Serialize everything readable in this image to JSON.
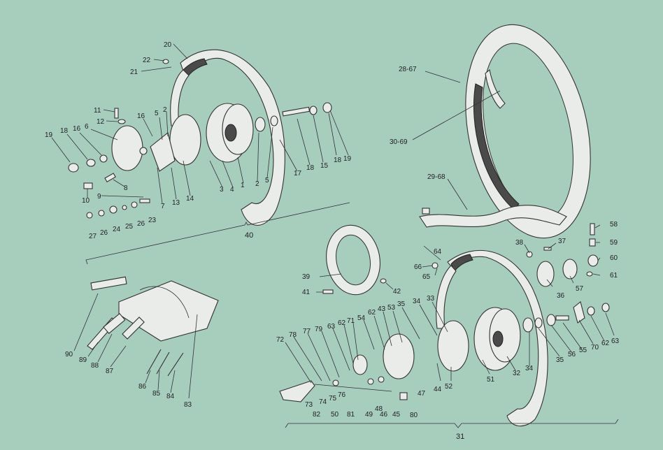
{
  "colors": {
    "background": "#a7cdbd",
    "ink": "#222222",
    "part": "#e9ece8"
  },
  "labels": [
    {
      "id": "l20",
      "text": "20"
    },
    {
      "id": "l22",
      "text": "22"
    },
    {
      "id": "l21",
      "text": "21"
    },
    {
      "id": "l11",
      "text": "11"
    },
    {
      "id": "l12",
      "text": "12"
    },
    {
      "id": "l16a",
      "text": "16"
    },
    {
      "id": "l5a",
      "text": "5"
    },
    {
      "id": "l2a",
      "text": "2"
    },
    {
      "id": "l19a",
      "text": "19"
    },
    {
      "id": "l18a",
      "text": "18"
    },
    {
      "id": "l16b",
      "text": "16"
    },
    {
      "id": "l6",
      "text": "6"
    },
    {
      "id": "l8",
      "text": "8"
    },
    {
      "id": "l9",
      "text": "9"
    },
    {
      "id": "l10",
      "text": "10"
    },
    {
      "id": "l7",
      "text": "7"
    },
    {
      "id": "l13",
      "text": "13"
    },
    {
      "id": "l14",
      "text": "14"
    },
    {
      "id": "l3",
      "text": "3"
    },
    {
      "id": "l4",
      "text": "4"
    },
    {
      "id": "l1",
      "text": "1"
    },
    {
      "id": "l2b",
      "text": "2"
    },
    {
      "id": "l5b",
      "text": "5"
    },
    {
      "id": "l17",
      "text": "17"
    },
    {
      "id": "l18b",
      "text": "18"
    },
    {
      "id": "l15",
      "text": "15"
    },
    {
      "id": "l18c",
      "text": "18"
    },
    {
      "id": "l19b",
      "text": "19"
    },
    {
      "id": "l23",
      "text": "23"
    },
    {
      "id": "l27",
      "text": "27"
    },
    {
      "id": "l26a",
      "text": "26"
    },
    {
      "id": "l24",
      "text": "24"
    },
    {
      "id": "l25",
      "text": "25"
    },
    {
      "id": "l26b",
      "text": "26"
    },
    {
      "id": "l2867",
      "text": "28-67"
    },
    {
      "id": "l3069",
      "text": "30-69"
    },
    {
      "id": "l2968",
      "text": "29-68"
    },
    {
      "id": "l58",
      "text": "58"
    },
    {
      "id": "l59",
      "text": "59"
    },
    {
      "id": "l60",
      "text": "60"
    },
    {
      "id": "l61",
      "text": "61"
    },
    {
      "id": "l38",
      "text": "38"
    },
    {
      "id": "l37",
      "text": "37"
    },
    {
      "id": "l64",
      "text": "64"
    },
    {
      "id": "l66",
      "text": "66"
    },
    {
      "id": "l65",
      "text": "65"
    },
    {
      "id": "l36",
      "text": "36"
    },
    {
      "id": "l57",
      "text": "57"
    },
    {
      "id": "l39",
      "text": "39"
    },
    {
      "id": "l41",
      "text": "41"
    },
    {
      "id": "l42",
      "text": "42"
    },
    {
      "id": "l90",
      "text": "90"
    },
    {
      "id": "l89",
      "text": "89"
    },
    {
      "id": "l88",
      "text": "88"
    },
    {
      "id": "l87",
      "text": "87"
    },
    {
      "id": "l86",
      "text": "86"
    },
    {
      "id": "l85",
      "text": "85"
    },
    {
      "id": "l84",
      "text": "84"
    },
    {
      "id": "l83",
      "text": "83"
    },
    {
      "id": "l72",
      "text": "72"
    },
    {
      "id": "l78",
      "text": "78"
    },
    {
      "id": "l77",
      "text": "77"
    },
    {
      "id": "l79",
      "text": "79"
    },
    {
      "id": "l63a",
      "text": "63"
    },
    {
      "id": "l62a",
      "text": "62"
    },
    {
      "id": "l71",
      "text": "71"
    },
    {
      "id": "l54",
      "text": "54"
    },
    {
      "id": "l62b",
      "text": "62"
    },
    {
      "id": "l43",
      "text": "43"
    },
    {
      "id": "l53",
      "text": "53"
    },
    {
      "id": "l35a",
      "text": "35"
    },
    {
      "id": "l34a",
      "text": "34"
    },
    {
      "id": "l33",
      "text": "33"
    },
    {
      "id": "l73",
      "text": "73"
    },
    {
      "id": "l74",
      "text": "74"
    },
    {
      "id": "l75",
      "text": "75"
    },
    {
      "id": "l76",
      "text": "76"
    },
    {
      "id": "l82",
      "text": "82"
    },
    {
      "id": "l50",
      "text": "50"
    },
    {
      "id": "l81",
      "text": "81"
    },
    {
      "id": "l49",
      "text": "49"
    },
    {
      "id": "l48",
      "text": "48"
    },
    {
      "id": "l46",
      "text": "46"
    },
    {
      "id": "l45",
      "text": "45"
    },
    {
      "id": "l80",
      "text": "80"
    },
    {
      "id": "l47",
      "text": "47"
    },
    {
      "id": "l44",
      "text": "44"
    },
    {
      "id": "l52",
      "text": "52"
    },
    {
      "id": "l51",
      "text": "51"
    },
    {
      "id": "l32",
      "text": "32"
    },
    {
      "id": "l34b",
      "text": "34"
    },
    {
      "id": "l35b",
      "text": "35"
    },
    {
      "id": "l56",
      "text": "56"
    },
    {
      "id": "l55",
      "text": "55"
    },
    {
      "id": "l70",
      "text": "70"
    },
    {
      "id": "l62c",
      "text": "62"
    },
    {
      "id": "l63b",
      "text": "63"
    }
  ],
  "groups": [
    {
      "id": "front",
      "text": "40"
    },
    {
      "id": "rear",
      "text": "31"
    }
  ]
}
